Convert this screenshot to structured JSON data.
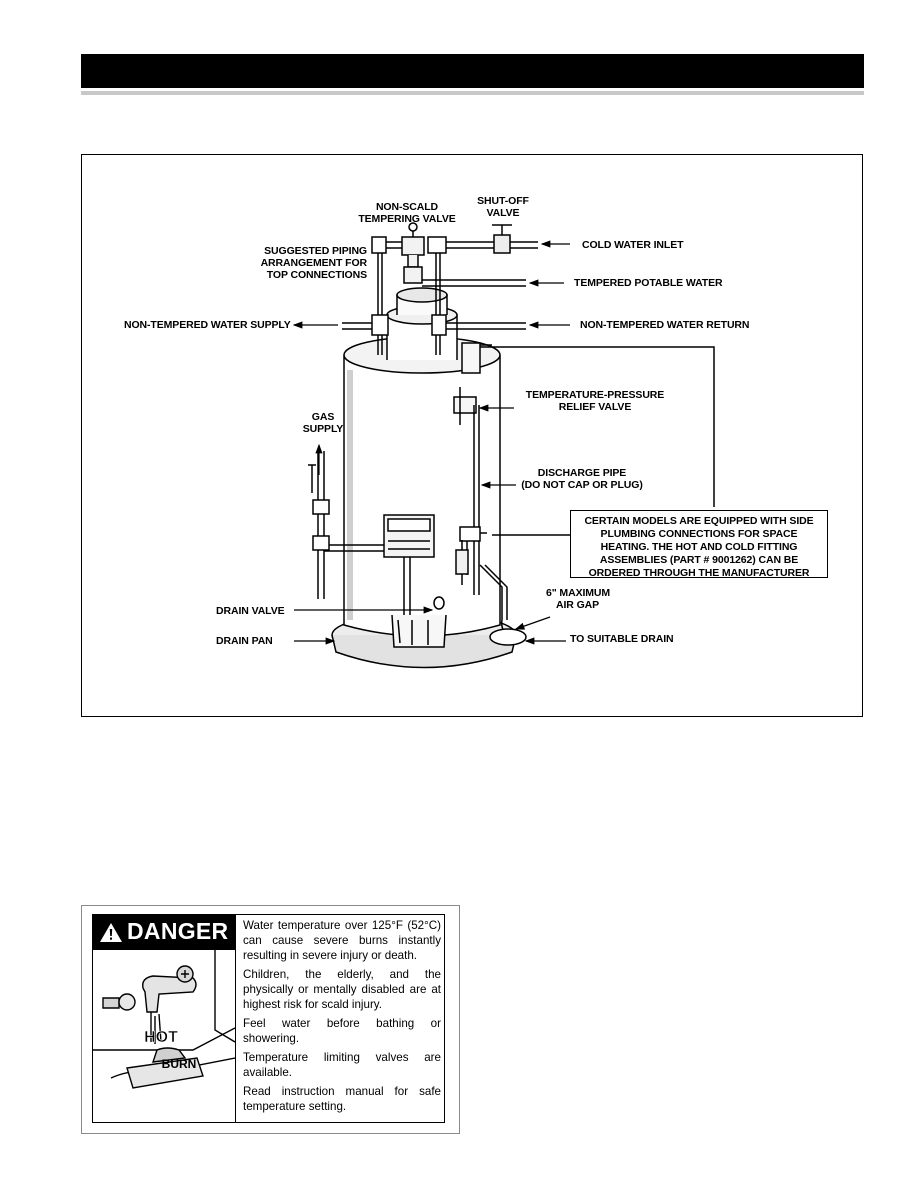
{
  "diagram": {
    "labels": {
      "non_scald": "NON-SCALD",
      "tempering_valve": "TEMPERING VALVE",
      "shut_off": "SHUT-OFF",
      "valve": "VALVE",
      "suggested_piping": "SUGGESTED PIPING",
      "arrangement_for": "ARRANGEMENT FOR",
      "top_connections": "TOP CONNECTIONS",
      "cold_water_inlet": "COLD WATER INLET",
      "tempered_potable_water": "TEMPERED POTABLE WATER",
      "non_tempered_water_supply": "NON-TEMPERED WATER SUPPLY",
      "non_tempered_water_return": "NON-TEMPERED WATER RETURN",
      "temperature_pressure": "TEMPERATURE-PRESSURE",
      "relief_valve": "RELIEF VALVE",
      "gas": "GAS",
      "supply": "SUPPLY",
      "discharge_pipe": "DISCHARGE PIPE",
      "do_not_cap": "(DO NOT CAP OR PLUG)",
      "six_inch_max": "6\" MAXIMUM",
      "air_gap": "AIR GAP",
      "drain_valve": "DRAIN VALVE",
      "drain_pan": "DRAIN PAN",
      "to_suitable_drain": "TO SUITABLE DRAIN"
    },
    "note": "CERTAIN MODELS ARE EQUIPPED WITH SIDE PLUMBING CONNECTIONS FOR SPACE HEATING. THE HOT AND COLD FITTING ASSEMBLIES (PART # 9001262) CAN BE ORDERED THROUGH THE MANUFACTURER"
  },
  "danger_label": {
    "signal_word": "DANGER",
    "art_words": {
      "hot": "HOT",
      "burn": "BURN"
    },
    "paragraphs": [
      "Water temperature over 125°F (52°C) can cause severe burns instantly resulting in severe injury or death.",
      "Children, the elderly, and the physically or mentally disabled are at highest risk for scald injury.",
      "Feel water before bathing or showering.",
      "Temperature limiting valves are available.",
      "Read instruction manual for safe temperature setting."
    ]
  }
}
